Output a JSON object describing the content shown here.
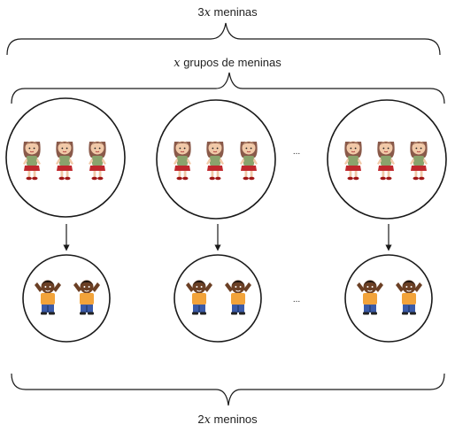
{
  "labels": {
    "top_coef": "3",
    "top_var": "x",
    "top_text": " meninas",
    "groups_var": "x",
    "groups_text": " grupos de meninas",
    "bottom_coef": "2",
    "bottom_var": "x",
    "bottom_text": " meninos",
    "ellipsis_top": "...",
    "ellipsis_bottom": "..."
  },
  "structure": {
    "girls_per_group": 3,
    "boys_per_group": 2,
    "groups_drawn": 3
  },
  "colors": {
    "line": "#1a1a1a",
    "girl_shirt": "#8aa36c",
    "girl_skirt": "#c0282d",
    "girl_hair": "#8a5a4a",
    "boy_shirt": "#f2a33a",
    "boy_pants": "#3b5ba8",
    "boy_skin": "#6b3f24"
  }
}
